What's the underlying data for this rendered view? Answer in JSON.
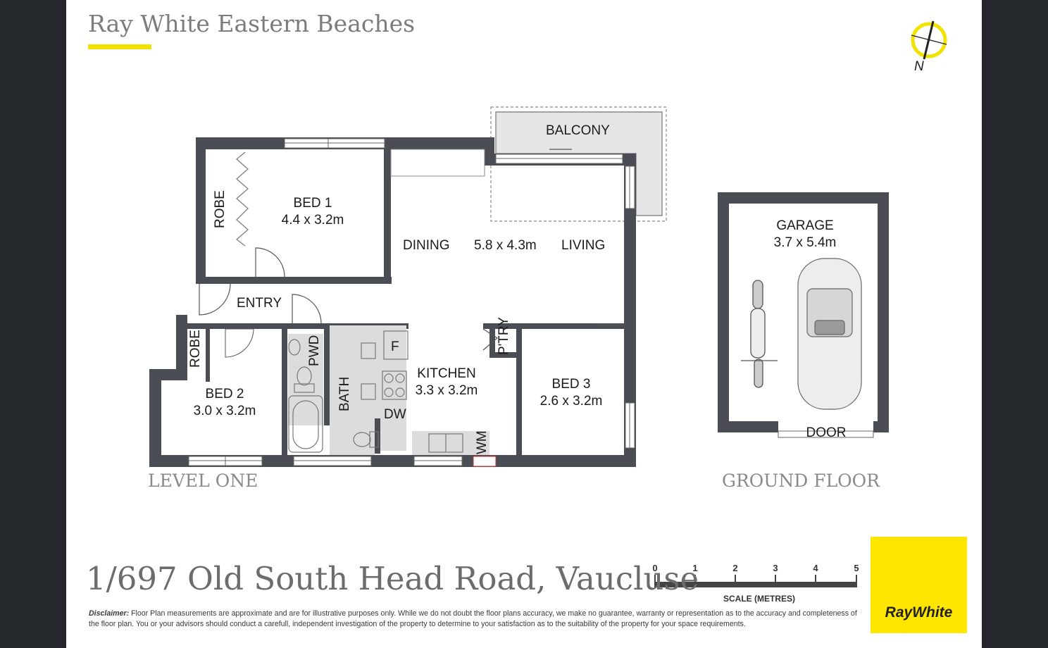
{
  "agency": "Ray White Eastern Beaches",
  "levels": {
    "level_one": "LEVEL ONE",
    "ground_floor": "GROUND FLOOR"
  },
  "rooms": {
    "balcony": "BALCONY",
    "robe_1": "ROBE",
    "bed1_name": "BED 1",
    "bed1_size": "4.4 x 3.2m",
    "dining": "DINING",
    "living_size": "5.8 x 4.3m",
    "living": "LIVING",
    "entry": "ENTRY",
    "robe_2": "ROBE",
    "pwd": "PWD",
    "bath": "BATH",
    "fridge": "F",
    "pantry": "P'TRY",
    "kitchen_name": "KITCHEN",
    "kitchen_size": "3.3 x 3.2m",
    "dw": "DW",
    "wm": "WM",
    "bed2_name": "BED 2",
    "bed2_size": "3.0 x 3.2m",
    "bed3_name": "BED 3",
    "bed3_size": "2.6 x 3.2m",
    "garage_name": "GARAGE",
    "garage_size": "3.7 x 5.4m",
    "door": "DOOR"
  },
  "compass": {
    "label": "N"
  },
  "scale": {
    "ticks": [
      "0",
      "1",
      "2",
      "3",
      "4",
      "5"
    ],
    "caption": "SCALE (METRES)"
  },
  "address": "1/697 Old South Head Road, Vaucluse",
  "disclaimer": {
    "heading": "Disclaimer:",
    "text": "Floor Plan measurements are approximate and are for illustrative purposes only. While we do not doubt the floor plans accuracy, we make no guarantee, warranty or representation as to the accuracy and completeness of the floor plan. You or your advisors should conduct a carefull, independent investigation of the property to determine to your satisfaction as to the suitability of the property for your space requirements."
  },
  "logo": "RayWhite",
  "colors": {
    "brand_yellow": "#ffe600",
    "wall": "#4a4d53",
    "background": "#25282d",
    "text": "#6c6c6c"
  }
}
